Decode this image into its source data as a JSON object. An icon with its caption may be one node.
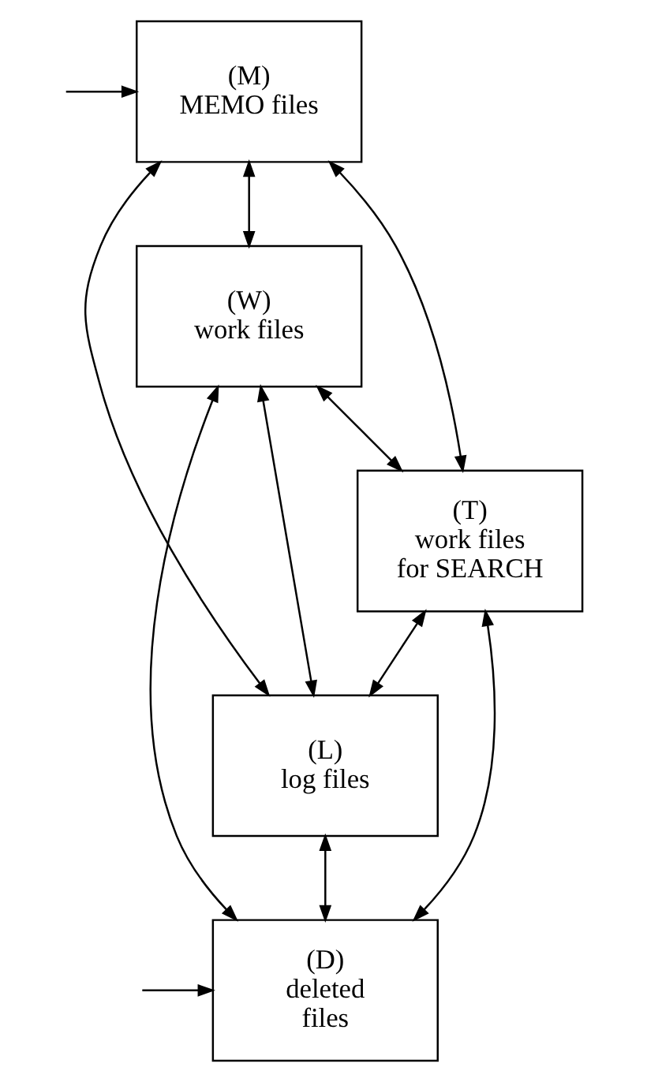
{
  "diagram": {
    "nodes": [
      {
        "text": [
          "(M)",
          "MEMO files"
        ]
      },
      {
        "text": [
          "(W)",
          "work files"
        ]
      },
      {
        "text": [
          "(T)",
          "work files for SEARCH"
        ]
      },
      {
        "text": [
          "(L)",
          "log files"
        ]
      },
      {
        "text": [
          "(D)",
          "deleted files"
        ]
      }
    ],
    "edges": [
      {
        "from": null,
        "to": 0,
        "arrow": "to"
      },
      {
        "from": 0,
        "to": 1,
        "arrow": "both"
      },
      {
        "from": 0,
        "to": 2,
        "arrow": "both"
      },
      {
        "from": 0,
        "to": 3,
        "arrow": "both"
      },
      {
        "from": 1,
        "to": 2,
        "arrow": "both"
      },
      {
        "from": 1,
        "to": 4,
        "arrow": "both"
      },
      {
        "from": 1,
        "to": 3,
        "arrow": "both"
      },
      {
        "from": 2,
        "to": 3,
        "arrow": "both"
      },
      {
        "from": 2,
        "to": 4,
        "arrow": "both"
      },
      {
        "from": 3,
        "to": 4,
        "arrow": "both"
      },
      {
        "from": null,
        "to": 4,
        "arrow": "to"
      }
    ]
  }
}
